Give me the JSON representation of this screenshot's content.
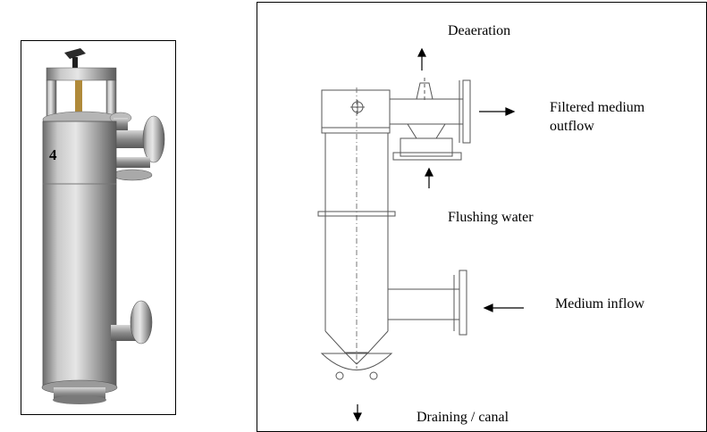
{
  "labels": {
    "deaeration": "Deaeration",
    "filtered_outflow_line1": "Filtered medium",
    "filtered_outflow_line2": "outflow",
    "flushing_water": "Flushing water",
    "medium_inflow": "Medium inflow",
    "draining": "Draining / canal"
  },
  "photo": {
    "unit_number": "4"
  }
}
